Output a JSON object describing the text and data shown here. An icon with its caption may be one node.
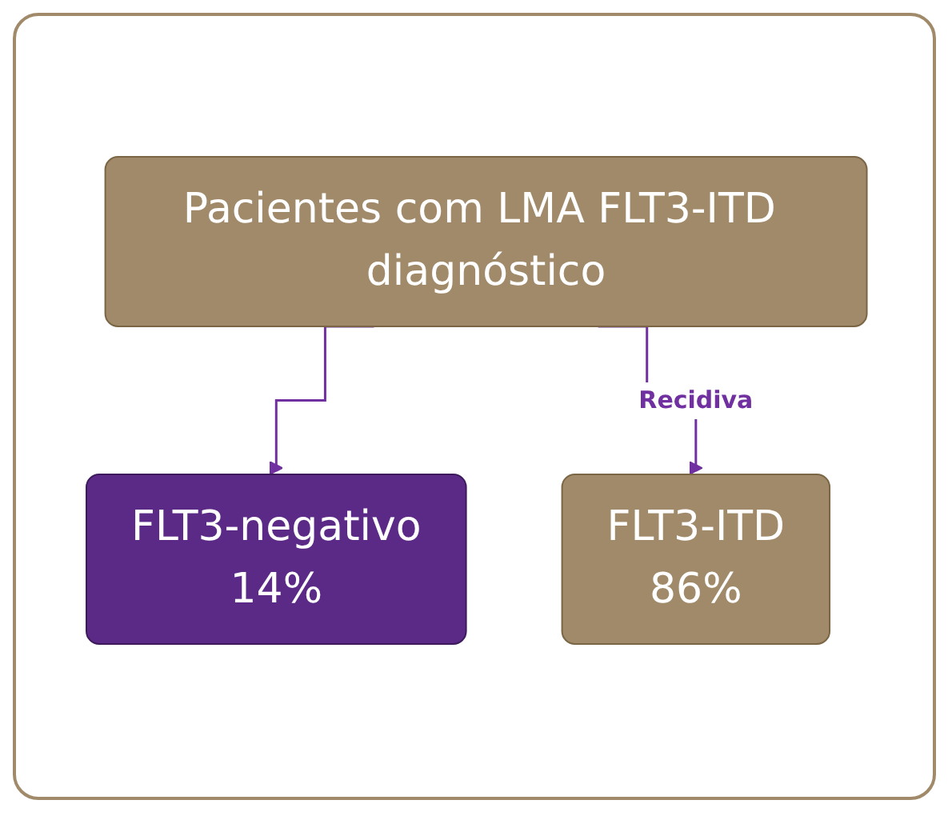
{
  "diagram": {
    "nodes": [
      {
        "text": [
          "Pacientes com LMA FLT3-ITD diagnóstico"
        ]
      },
      {
        "text": [
          "FLT3-negativo",
          "14%"
        ]
      },
      {
        "text": [
          "FLT3-ITD",
          "86%"
        ]
      }
    ],
    "edges": [
      {
        "from": 0,
        "to": 1,
        "arrow": "to"
      },
      {
        "from": 0,
        "to": 2,
        "arrow": "to",
        "label": "Recidiva"
      }
    ]
  }
}
